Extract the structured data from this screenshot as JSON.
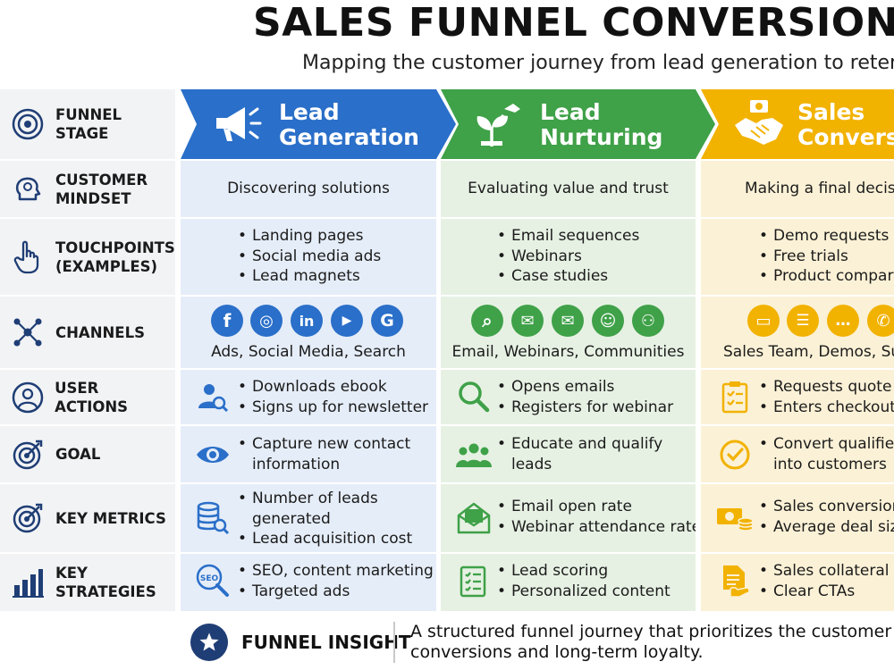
{
  "title": "SALES FUNNEL CONVERSION MAP",
  "subtitle": "Mapping the customer journey from lead generation to retention",
  "rows": [
    {
      "label": "FUNNEL\nSTAGE",
      "icon": "target-stage-icon"
    },
    {
      "label": "CUSTOMER\nMINDSET",
      "icon": "head-mind-icon"
    },
    {
      "label": "TOUCHPOINTS\n(EXAMPLES)",
      "icon": "pointer-hand-icon"
    },
    {
      "label": "CHANNELS",
      "icon": "network-nodes-icon"
    },
    {
      "label": "USER ACTIONS",
      "icon": "user-circle-icon"
    },
    {
      "label": "GOAL",
      "icon": "target-arrow-icon"
    },
    {
      "label": "KEY METRICS",
      "icon": "target-arrow-icon"
    },
    {
      "label": "KEY\nSTRATEGIES",
      "icon": "bar-chart-icon"
    }
  ],
  "stages": [
    {
      "name": "Lead\nGeneration",
      "color": "#2a6fc9",
      "icon": "megaphone-icon",
      "mindset": "Discovering solutions",
      "touchpoints": [
        "Landing pages",
        "Social media ads",
        "Lead magnets"
      ],
      "channel_icons": [
        "facebook-icon",
        "instagram-icon",
        "linkedin-icon",
        "youtube-icon",
        "google-icon"
      ],
      "channel_glyphs": [
        "f",
        "◎",
        "in",
        "▶",
        "G"
      ],
      "channels": "Ads, Social Media, Search",
      "actions_icon": "user-search-icon",
      "actions": [
        "Downloads ebook",
        "Signs up for newsletter"
      ],
      "goal_icon": "eye-icon",
      "goal": [
        "Capture new contact",
        "information"
      ],
      "metrics_icon": "database-search-icon",
      "metrics": [
        "Number of leads",
        "generated",
        "Lead acquisition cost"
      ],
      "strategies_icon": "seo-search-icon",
      "strategies": [
        "SEO, content marketing",
        "Targeted ads"
      ]
    },
    {
      "name": "Lead\nNurturing",
      "color": "#3fa148",
      "icon": "watering-plant-icon",
      "mindset": "Evaluating value and trust",
      "touchpoints": [
        "Email sequences",
        "Webinars",
        "Case studies"
      ],
      "channel_icons": [
        "search-icon",
        "email-icon",
        "email-icon",
        "community-icon",
        "group-icon"
      ],
      "channel_glyphs": [
        "⌕",
        "✉",
        "✉",
        "☺",
        "⚇"
      ],
      "channels": "Email, Webinars, Communities",
      "actions_icon": "magnifier-icon",
      "actions": [
        "Opens emails",
        "Registers for webinar"
      ],
      "goal_icon": "people-group-icon",
      "goal": [
        "Educate and qualify",
        "leads"
      ],
      "metrics_icon": "open-envelope-icon",
      "metrics": [
        "Email open rate",
        "Webinar attendance rate"
      ],
      "strategies_icon": "checklist-icon",
      "strategies": [
        "Lead scoring",
        "Personalized content"
      ]
    },
    {
      "name": "Sales\nConversion",
      "color": "#f2b200",
      "icon": "handshake-icon",
      "mindset": "Making a final decision",
      "touchpoints": [
        "Demo requests",
        "Free trials",
        "Product comparisons"
      ],
      "channel_icons": [
        "monitor-icon",
        "document-icon",
        "chat-icon",
        "phone-icon"
      ],
      "channel_glyphs": [
        "▭",
        "☰",
        "…",
        "✆"
      ],
      "channels": "Sales Team, Demos, Support",
      "actions_icon": "clipboard-icon",
      "actions": [
        "Requests quote",
        "Enters checkout"
      ],
      "goal_icon": "check-circle-icon",
      "goal": [
        "Convert qualified leads",
        "into customers"
      ],
      "metrics_icon": "money-coins-icon",
      "metrics": [
        "Sales conversion rate",
        "Average deal size"
      ],
      "strategies_icon": "document-hand-icon",
      "strategies": [
        "Sales collateral",
        "Clear CTAs"
      ]
    }
  ],
  "footer": {
    "label": "FUNNEL INSIGHT",
    "icon": "star-icon",
    "text_line1": "A structured funnel journey that prioritizes the customer experience drives",
    "text_line2": "conversions and long-term loyalty."
  },
  "colors": {
    "blue": "#2a6fc9",
    "green": "#3fa148",
    "yellow": "#f2b200",
    "navy": "#1f3e75"
  }
}
